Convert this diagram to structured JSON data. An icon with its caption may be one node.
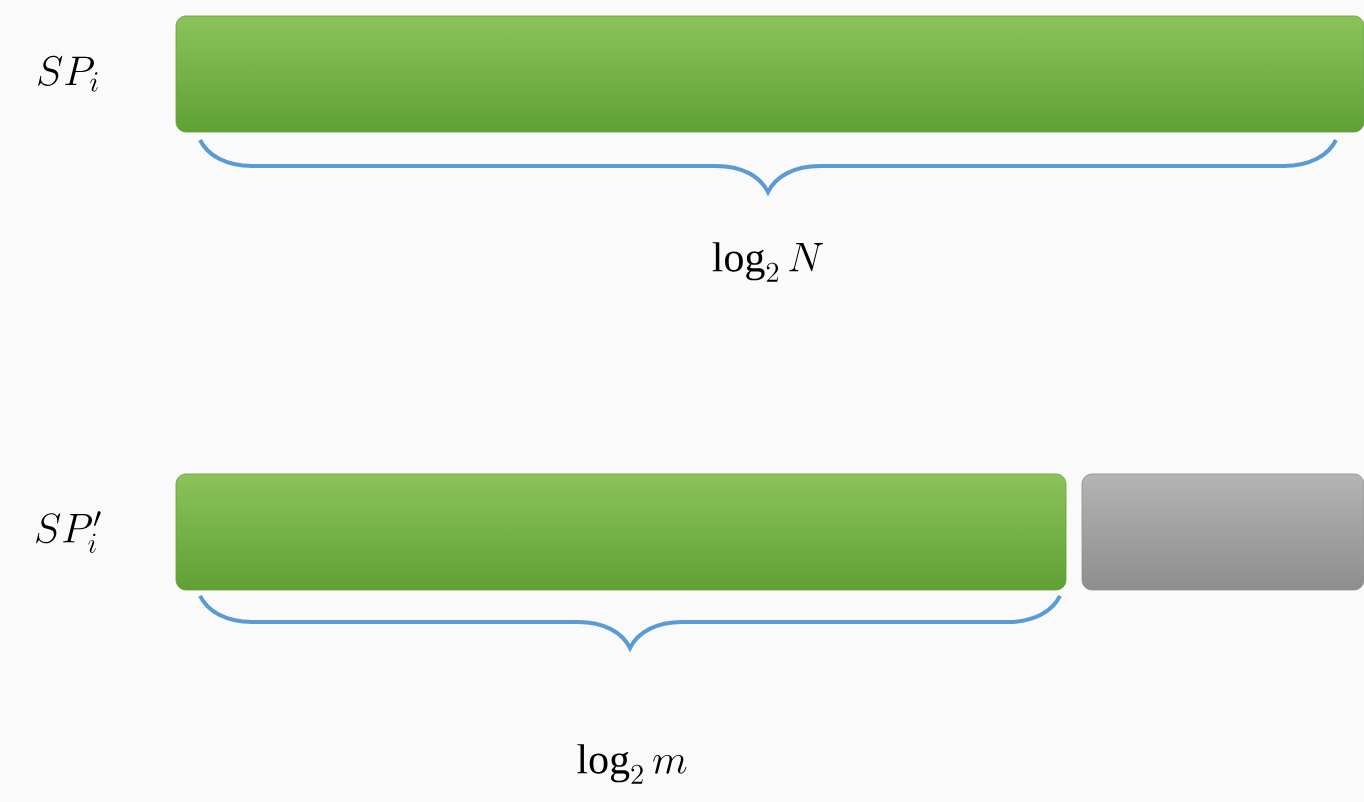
{
  "diagram": {
    "nodes": [
      {
        "text": [],
        "shape": "bar",
        "beside": [
          "SP_i"
        ]
      },
      {
        "text": [],
        "shape": "bar",
        "beside": [
          "SP'_i"
        ]
      },
      {
        "text": [],
        "shape": "bar"
      }
    ],
    "labels": [
      "\\log_2 N",
      "\\log_2 m"
    ]
  }
}
